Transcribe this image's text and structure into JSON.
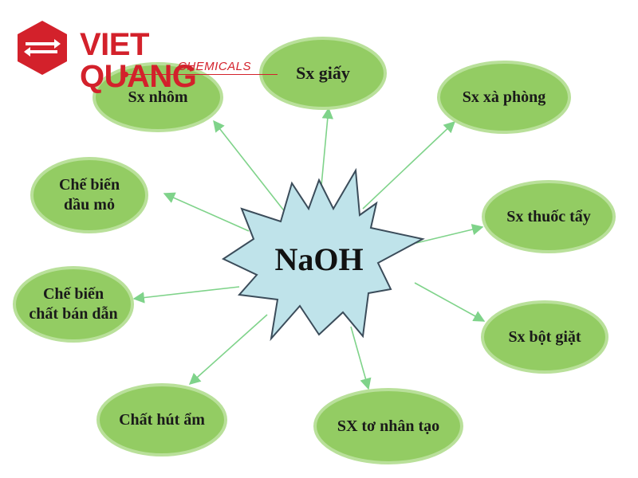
{
  "brand": {
    "name": "VIET QUANG",
    "tagline": "CHEMICALS",
    "color": "#d3212b"
  },
  "colors": {
    "node_fill": "#93cc63",
    "node_border": "#b9e09a",
    "arrow": "#7fd38a",
    "center_fill": "#bfe3ea",
    "center_border": "#3b4c5a"
  },
  "center": {
    "label": "NaOH"
  },
  "nodes": [
    {
      "id": "sx-nhom",
      "label": "Sx nhôm"
    },
    {
      "id": "sx-giay",
      "label": "Sx giấy"
    },
    {
      "id": "sx-xa-phong",
      "label": "Sx xà phòng"
    },
    {
      "id": "che-bien-dau-mo",
      "label": "Chế biến\ndầu mỏ"
    },
    {
      "id": "sx-thuoc-tay",
      "label": "Sx thuốc tẩy"
    },
    {
      "id": "che-bien-chat-ban-dan",
      "label": "Chế biến\nchất bán dẫn"
    },
    {
      "id": "sx-bot-giat",
      "label": "Sx bột giặt"
    },
    {
      "id": "chat-hut-am",
      "label": "Chất hút ẩm"
    },
    {
      "id": "sx-to-nhan-tao",
      "label": "SX tơ nhân tạo"
    }
  ]
}
